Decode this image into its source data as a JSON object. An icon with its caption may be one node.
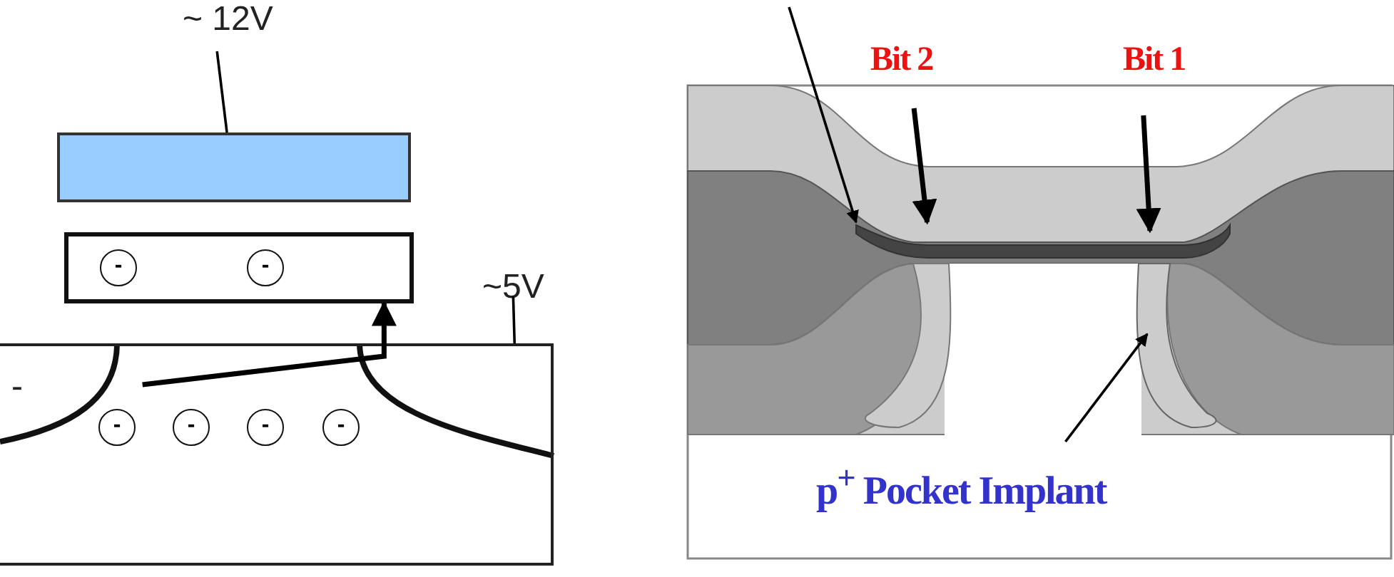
{
  "diagram": {
    "nodes": [
      {
        "text": [
          "~ 12V"
        ]
      },
      {
        "text": [],
        "shape": "box"
      },
      {
        "text": [],
        "shape": "box"
      },
      {
        "text": [
          "~5V"
        ]
      },
      {
        "text": [],
        "shape": "box"
      },
      {
        "text": [
          "Bit 2"
        ]
      },
      {
        "text": [
          "Bit 1"
        ]
      },
      {
        "text": [],
        "shape": "bar"
      },
      {
        "text": [
          "p$^{+}$ Pocket Implant"
        ]
      },
      {
        "text": [],
        "shape": "box"
      }
    ],
    "edges": [
      {
        "from": 0,
        "to": 1,
        "arrow": "none"
      },
      {
        "from": 3,
        "to": 4,
        "arrow": "none"
      },
      {
        "from": 4,
        "to": 2,
        "arrow": "to",
        "style": "thick"
      },
      {
        "from": null,
        "to": 7,
        "arrow": "to"
      },
      {
        "from": 5,
        "to": 7,
        "arrow": "to",
        "style": "thick"
      },
      {
        "from": 6,
        "to": 7,
        "arrow": "to",
        "style": "thick"
      },
      {
        "from": 8,
        "to": 9,
        "arrow": "to"
      }
    ],
    "labels": [
      "-",
      "-",
      "-",
      "-",
      "-",
      "-",
      "-"
    ]
  }
}
